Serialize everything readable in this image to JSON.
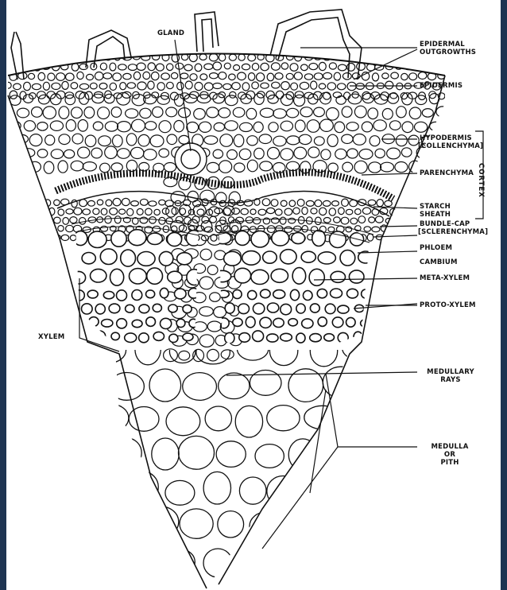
{
  "colors": {
    "ink": "#111111",
    "paper": "#ffffff",
    "frame": "#1e3452"
  },
  "labels": {
    "gland": "GLAND",
    "epidermal_outgrowths_1": "EPIDERMAL",
    "epidermal_outgrowths_2": "OUTGROWTHS",
    "epidermis": "EPIDERMIS",
    "hypodermis_1": "HYPODERMIS",
    "hypodermis_2": "[COLLENCHYMA]",
    "parenchyma": "PARENCHYMA",
    "starch_1": "STARCH",
    "starch_2": "SHEATH",
    "cortex": "CORTEX",
    "bundle_cap_1": "BUNDLE-CAP",
    "bundle_cap_2": "[SCLERENCHYMA]",
    "phloem": "PHLOEM",
    "cambium": "CAMBIUM",
    "meta_xylem": "META-XYLEM",
    "proto_xylem": "PROTO-XYLEM",
    "xylem": "XYLEM",
    "medullary_1": "MEDULLARY",
    "medullary_2": "RAYS",
    "medulla_1": "MEDULLA",
    "medulla_2": "OR",
    "medulla_3": "PITH"
  }
}
